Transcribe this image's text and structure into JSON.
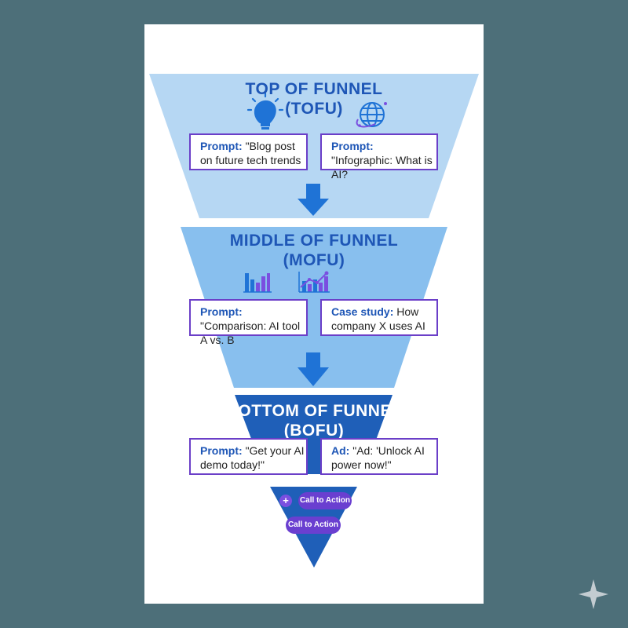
{
  "colors": {
    "background": "#4d6f79",
    "tofu_fill": "#b6d7f3",
    "mofu_fill": "#88bfee",
    "bofu_fill": "#1f5fb8",
    "arrow": "#1f73d6",
    "box_border": "#6b3fc8",
    "cta": "#6a3fd0"
  },
  "tofu": {
    "title_line1": "TOP OF FUNNEL",
    "title_line2": "(TOFU)",
    "icons": [
      "lightbulb-icon",
      "globe-icon"
    ],
    "box1": {
      "label": "Prompt:",
      "text": "\"Blog post on future tech trends"
    },
    "box2": {
      "label": "Prompt:",
      "text": "\"Infographic: What is AI?"
    }
  },
  "mofu": {
    "title_line1": "MIDDLE OF FUNNEL",
    "title_line2": "(MOFU)",
    "icons": [
      "bar-chart-icon",
      "trend-chart-icon"
    ],
    "box1": {
      "label": "Prompt:",
      "text": "\"Comparison: AI tool A vs. B"
    },
    "box2": {
      "label": "Case study:",
      "text": "How company X uses AI"
    }
  },
  "bofu": {
    "title_line1": "BOTTOM OF FUNNEL",
    "title_line2": "(BOFU)",
    "box1": {
      "label": "Prompt:",
      "text": "\"Get your AI demo today!\""
    },
    "box2": {
      "label": "Ad:",
      "text": "\"Ad: 'Unlock AI power now!\""
    },
    "cta1": "Call to Action",
    "cta2": "Call to Action",
    "plus": "+"
  }
}
